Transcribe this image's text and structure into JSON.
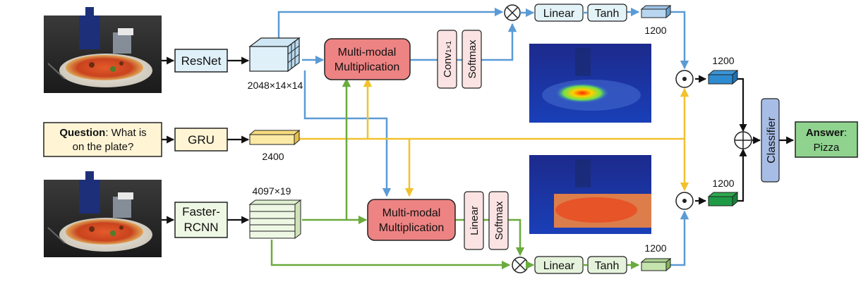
{
  "resnet_label": "ResNet",
  "rcnn_label_1": "Faster-",
  "rcnn_label_2": "RCNN",
  "gru_label": "GRU",
  "question_bold": "Question",
  "question_rest": ": What is",
  "question_line2": "on the plate?",
  "mm_top_1": "Multi-modal",
  "mm_top_2": "Multiplication",
  "mm_bot_1": "Multi-modal",
  "mm_bot_2": "Multiplication",
  "conv_label": "Conv",
  "conv_sub": "1×1",
  "softmax_top": "Softmax",
  "linear_vert": "Linear",
  "softmax_bot": "Softmax",
  "linear_top": "Linear",
  "tanh_top": "Tanh",
  "linear_bot": "Linear",
  "tanh_bot": "Tanh",
  "dim_resnet": "2048×14×14",
  "dim_rcnn": "4097×19",
  "dim_gru": "2400",
  "dim_top_out": "1200",
  "dim_bot_out": "1200",
  "dim_mid_top": "1200",
  "dim_mid_bot": "1200",
  "classifier_label": "Classifier",
  "answer_bold": "Answer",
  "answer_rest": ":",
  "answer_line2": "Pizza",
  "colors": {
    "blue_arrow": "#5b9bd5",
    "yellow_arrow": "#f2c12e",
    "green_arrow": "#6aab3e",
    "black_arrow": "#111111",
    "multimodal_fill": "#ee8383",
    "resnet_fill": "#dff0f9",
    "question_fill": "#fff5d5",
    "rcnn_fill": "#eef7e4",
    "answer_fill": "#8fd38f",
    "classifier_fill": "#a8bde6"
  }
}
